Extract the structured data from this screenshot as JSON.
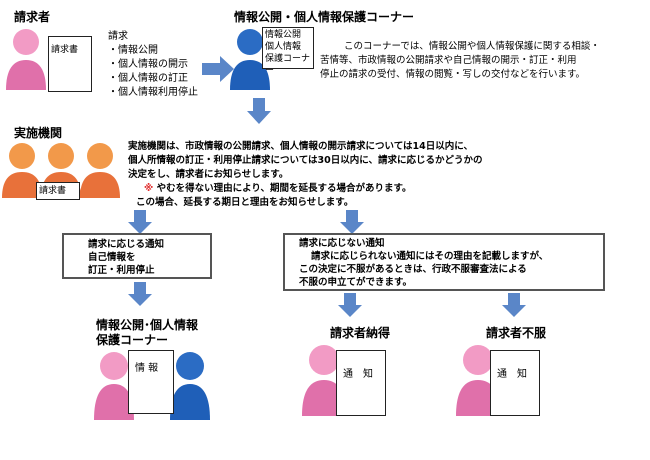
{
  "requester": {
    "title": "請求者",
    "doc_label": "請求書",
    "request_heading": "請求",
    "request_items": [
      "・情報公開",
      "・個人情報の開示",
      "・個人情報の訂正",
      "・個人情報利用停止"
    ]
  },
  "corner": {
    "title": "情報公開・個人情報保護コーナー",
    "sign_lines": [
      "情報公開",
      "個人情報",
      "保護コーナー"
    ],
    "description_lines": [
      "このコーナーでは、情報公開や個人情報保護に関する相談・",
      "苦情等、市政情報の公開請求や自己情報の開示・訂正・利用",
      "停止の請求の受付、情報の閲覧・写しの交付などを行います。"
    ]
  },
  "agency": {
    "title": "実施機関",
    "doc_label": "請求書",
    "description_lines": [
      "実施機関は、市政情報の公開請求、個人情報の開示請求については14日以内に、",
      "個人所情報の訂正・利用停止請求については30日以内に、請求に応じるかどうかの",
      "決定をし、請求者にお知らせします。"
    ],
    "note_mark": "※",
    "note_lines": [
      "やむを得ない理由により、期間を延長する場合があります。",
      "この場合、延長する期日と理由をお知らせします。"
    ]
  },
  "accept_box": {
    "lines": [
      "請求に応じる通知",
      "自己情報を",
      "訂正・利用停止"
    ]
  },
  "reject_box": {
    "lines": [
      "請求に応じない通知",
      "請求に応じられない通知にはその理由を記載しますが、",
      "この決定に不服があるときは、行政不服審査法による",
      "不服の申立てができます。"
    ]
  },
  "corner_bottom": {
    "title_lines": [
      "情報公開･個人情報",
      "保護コーナー"
    ],
    "doc_label": "情 報"
  },
  "accepted": {
    "title": "請求者納得",
    "doc_label": "通　知"
  },
  "objection": {
    "title": "請求者不服",
    "doc_label": "通　知"
  },
  "colors": {
    "pink_head": "#f29bc5",
    "pink_body": "#e070aa",
    "blue_head": "#2b6cc4",
    "blue_body": "#1f5fb8",
    "orange_head": "#f2994a",
    "orange_body": "#e8713a",
    "arrow": "#5a86c8",
    "note": "#e03030"
  }
}
